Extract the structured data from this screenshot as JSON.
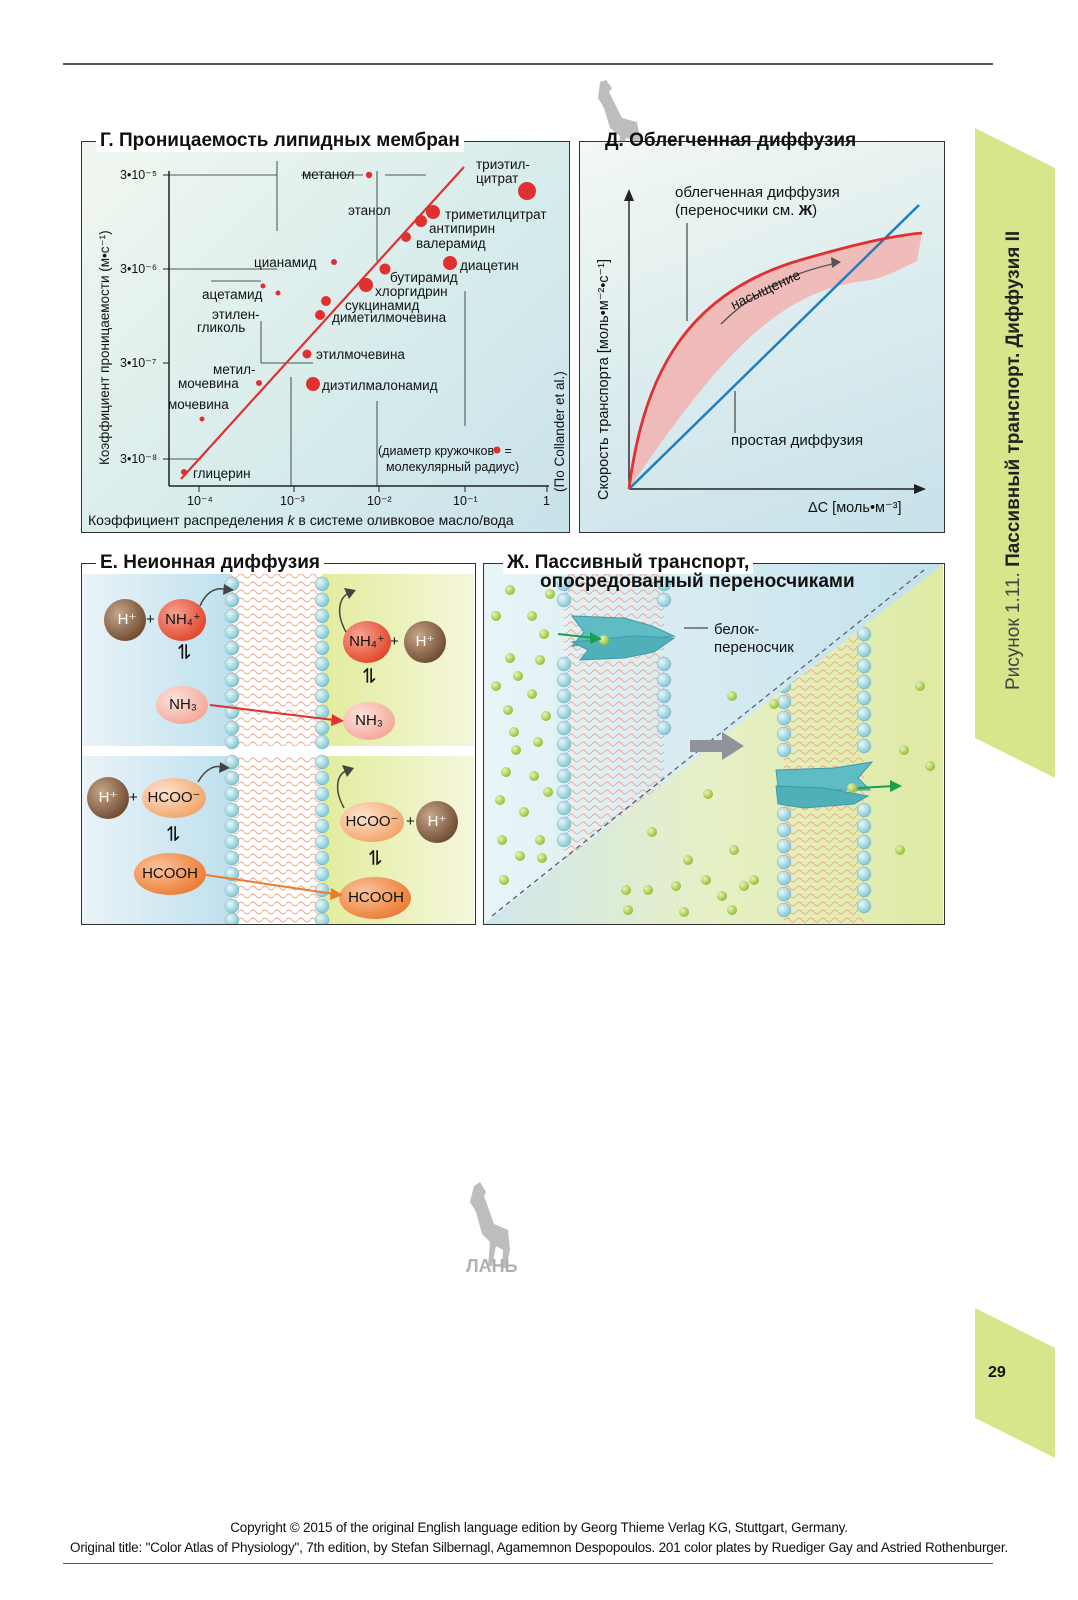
{
  "page": {
    "number": "29",
    "watermark": "ЛАНЬ"
  },
  "sidebar": {
    "figure_label": "Рисунок 1.11.",
    "figure_title": "Пассивный транспорт. Диффузия II"
  },
  "footer": {
    "line1": "Copyright © 2015 of the original English language edition by Georg Thieme Verlag KG, Stuttgart, Germany.",
    "line2": "Original title: \"Color Atlas of Physiology\", 7th edition, by Stefan Silbernagl, Agamemnon Despopoulos. 201 color plates by Ruediger Gay and Astried Rothenburger."
  },
  "panelG": {
    "title": "Г. Проницаемость липидных мембран",
    "ylabel": "Коэффициент проницаемости (м•с⁻¹)",
    "xlabel_pre": "Коэффициент распределения ",
    "xlabel_k": "k",
    "xlabel_post": " в системе  оливковое масло/вода",
    "source": "(По Collander et al.)",
    "yticks": [
      "3•10⁻⁵",
      "3•10⁻⁶",
      "3•10⁻⁷",
      "3•10⁻⁸"
    ],
    "xticks": [
      "10⁻⁴",
      "10⁻³",
      "10⁻²",
      "10⁻¹",
      "1"
    ],
    "note_line1": "(диаметр кружочков",
    "note_eq": "=",
    "note_line2": "молекулярный радиус)",
    "labels": {
      "trietilcitrat1": "триэтил-",
      "trietilcitrat2": "цитрат",
      "metanol": "метанол",
      "etanol": "этанол",
      "trimetilcitrat": "триметилцитрат",
      "antipirin": "антипирин",
      "valeramid": "валерамид",
      "cianamid": "цианамид",
      "diacetin": "диацетин",
      "butiramid": "бутирамид",
      "acetamid": "ацетамид",
      "hlorgidrin": "хлоргидрин",
      "etilen1": "этилен-",
      "etilen2": "гликоль",
      "sukcinamid": "сукцинамид",
      "dimetil": "диметилмочевина",
      "etilmoch": "этилмочевина",
      "metil1": "метил-",
      "metil2": "мочевина",
      "dietil": "диэтилмалонамид",
      "mochevina": "мочевина",
      "glicerin": "глицерин"
    }
  },
  "panelD": {
    "title": "Д. Облегченная диффузия",
    "ylabel": "Скорость транспорта [моль•м⁻²•с⁻¹]",
    "xlabel": "ΔC [моль•м⁻³]",
    "curve1_l1": "облегченная диффузия",
    "curve1_l2a": "(переносчики см. ",
    "curve1_l2b": "Ж",
    "curve1_l2c": ")",
    "saturation": "насыщение",
    "curve2": "простая диффузия"
  },
  "panelE": {
    "title": "Е. Неионная диффузия",
    "h": "H⁺",
    "plus": "+",
    "nh4": "NH₄⁺",
    "nh3": "NH₃",
    "hcoo": "HCOO⁻",
    "hcooh": "HCOOH",
    "eq": "⇌"
  },
  "panelZh": {
    "title1": "Ж. Пассивный транспорт,",
    "title2": "опосредованный переносчиками",
    "carrier1": "белок-",
    "carrier2": "переносчик"
  },
  "colors": {
    "accent_red": "#e03030",
    "blue_line": "#1f7fc0",
    "sidebar_green": "#d8e58a",
    "bg_blue": "#c9e2ea"
  }
}
